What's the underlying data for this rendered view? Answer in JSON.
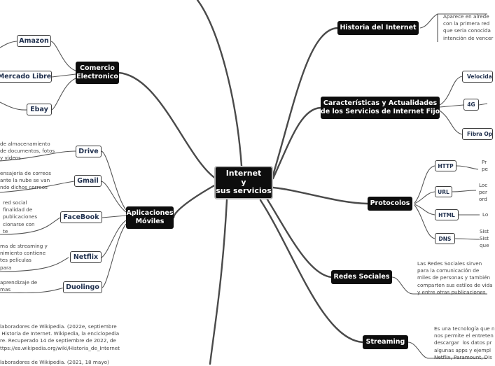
{
  "center": {
    "line1": "Internet",
    "line2": "y",
    "line3": "sus servicios"
  },
  "left": {
    "comercio": {
      "label_line1": "Comercio",
      "label_line2": "Electronico",
      "items": [
        "Amazon",
        "Mercado Libre",
        "Ebay"
      ]
    },
    "apps": {
      "label_line1": "Aplicaciones",
      "label_line2": "Móviles",
      "items": [
        {
          "label": "Drive",
          "note": "de almacenamiento\nde documentos, fotos\ny videos"
        },
        {
          "label": "Gmail",
          "note": "ensajeria de correos\nante la nube se van\nndo dichos correos"
        },
        {
          "label": "FaceBook",
          "note": "red social\nfinalidad de\npublicaciones\ncionarse con\nte"
        },
        {
          "label": "Netflix",
          "note": "ma de streaming y\nnimiento contiene\ntes películas\npara"
        },
        {
          "label": "Duolingo",
          "note": "aprendizaje de\nmas"
        }
      ]
    },
    "references": "laboradores de Wikipedia. (2022e, septiembre\n Historia de Internet. Wikipedia, la enciclopedia\nre. Recuperado 14 de septiembre de 2022, de\nttps://es.wikipedia.org/wiki/Historia_de_Internet\n\nlaboradores de Wikipedia. (2021, 18 mayo)"
  },
  "right": {
    "historia": {
      "label": "Historia del Internet",
      "note": "Aparece en alrede\ncon la primera red\nque seria conocida\nintención de vencer"
    },
    "caracteristicas": {
      "label_line1": "Características y Actualidades",
      "label_line2": "de los Servicios de Internet Fijo",
      "items": [
        "Velocida",
        "4G",
        "Fibra Op"
      ]
    },
    "protocolos": {
      "label": "Protocolos",
      "items": [
        {
          "label": "HTTP",
          "note": "Pr\npe"
        },
        {
          "label": "URL",
          "note": "Loc\nper\nord"
        },
        {
          "label": "HTML",
          "note": "Lo"
        },
        {
          "label": "DNS",
          "note": "Sist\nSist\nque"
        }
      ]
    },
    "redes": {
      "label": "Redes Sociales",
      "note": "Las Redes Sociales sirven\npara la comunicación de\nmiles de personas y también\ncomparten sus estilos de vida\ny entre otras publicaciones"
    },
    "streaming": {
      "label": "Streaming",
      "note": "Es una tecnología que n\nnos permite el entreten\ndescargar  los datos pr\nalgunas apps y ejempl\nNetflix, Paramount, Dis"
    }
  }
}
